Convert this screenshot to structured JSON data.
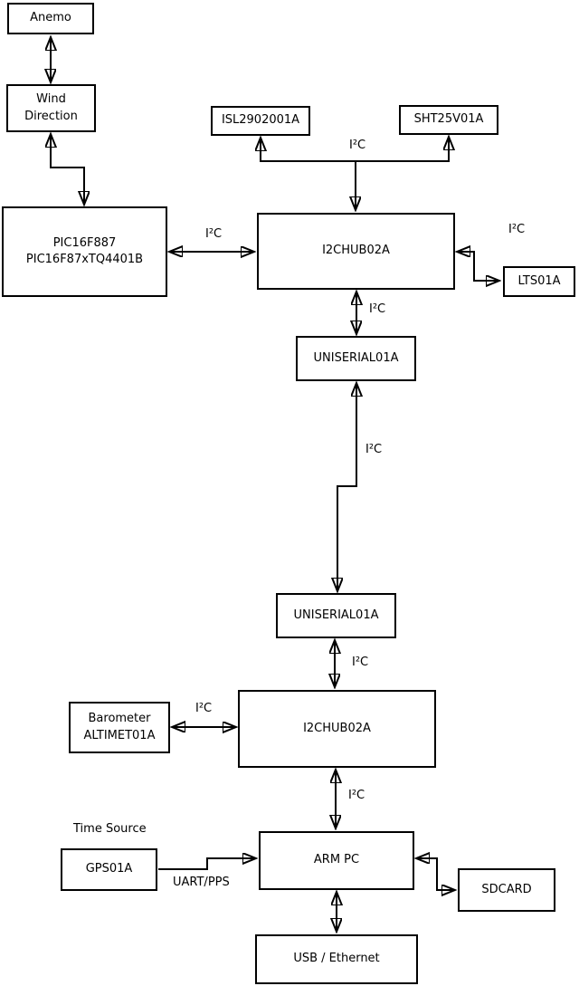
{
  "nodes": {
    "anemo": {
      "label": "Anemo"
    },
    "wind_direction": {
      "label": "Wind\nDirection"
    },
    "pic": {
      "label": "PIC16F887\nPIC16F87xTQ4401B"
    },
    "isl": {
      "label": "ISL2902001A"
    },
    "sht": {
      "label": "SHT25V01A"
    },
    "hub1": {
      "label": "I2CHUB02A"
    },
    "lts": {
      "label": "LTS01A"
    },
    "uniserial1": {
      "label": "UNISERIAL01A"
    },
    "uniserial2": {
      "label": "UNISERIAL01A"
    },
    "barometer": {
      "label": "Barometer\nALTIMET01A"
    },
    "hub2": {
      "label": "I2CHUB02A"
    },
    "armpc": {
      "label": "ARM PC"
    },
    "gps": {
      "label": "GPS01A"
    },
    "sdcard": {
      "label": "SDCARD"
    },
    "usb": {
      "label": "USB / Ethernet"
    }
  },
  "edge_labels": {
    "i2c_hub1_sensors": "I²C",
    "i2c_pic_hub1": "I²C",
    "i2c_hub1_lts": "I²C",
    "i2c_hub1_uniserial1": "I²C",
    "i2c_uniserial_link": "I²C",
    "i2c_uniserial2_hub2": "I²C",
    "i2c_barometer_hub2": "I²C",
    "i2c_hub2_armpc": "I²C",
    "time_source": "Time Source",
    "uart_pps": "UART/PPS"
  },
  "colors": {
    "stroke": "#000000",
    "background": "#ffffff",
    "box_fill": "#ffffff"
  }
}
